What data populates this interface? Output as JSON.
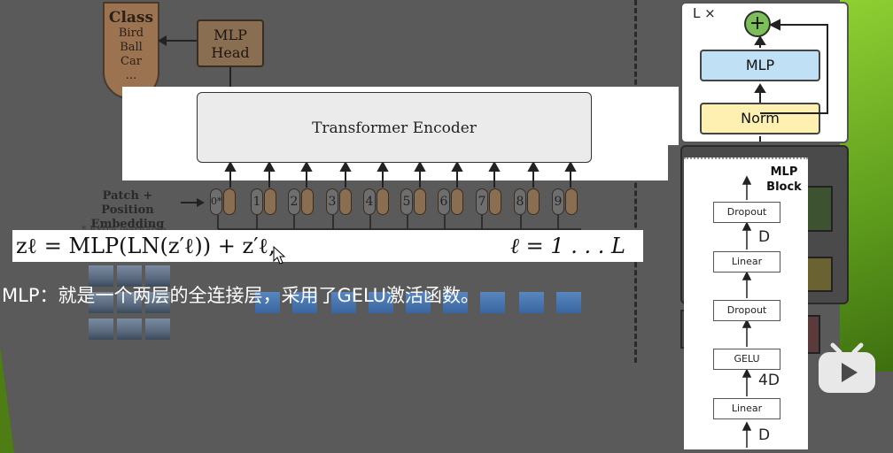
{
  "class_box": {
    "title": "Class",
    "items": [
      "Bird",
      "Ball",
      "Car",
      "..."
    ]
  },
  "mlp_head": {
    "line1": "MLP",
    "line2": "Head"
  },
  "encoder": {
    "label": "Transformer Encoder"
  },
  "patch_embedding": {
    "line1": "Patch + Position",
    "line2": "Embedding",
    "extra": "* Extra learnable"
  },
  "tokens": [
    "0*",
    "1",
    "2",
    "3",
    "4",
    "5",
    "6",
    "7",
    "8",
    "9"
  ],
  "formula": {
    "main": "zℓ = MLP(LN(z′ℓ)) + z′ℓ,",
    "range": "ℓ = 1 . . . L"
  },
  "caption": "MLP：就是一个两层的全连接层，采用了GELU激活函数。",
  "encoder_block": {
    "repeat": "L ×",
    "plus": "+",
    "mlp": "MLP",
    "norm": "Norm"
  },
  "mlp_block": {
    "title_line1": "MLP",
    "title_line2": "Block",
    "layers": [
      "Dropout",
      "Linear",
      "Dropout",
      "GELU",
      "Linear"
    ],
    "dims": [
      "D",
      "4D",
      "D"
    ]
  },
  "colors": {
    "background": "#5a5a5a",
    "slide_green": "#7cbf3a",
    "mlp_blue": "#bfe0f5",
    "norm_yellow": "#fdf0b0",
    "plus_green": "#7cbf5a"
  },
  "icons": {
    "bilibili": "bilibili-tv-icon",
    "cursor": "mouse-cursor-icon"
  }
}
